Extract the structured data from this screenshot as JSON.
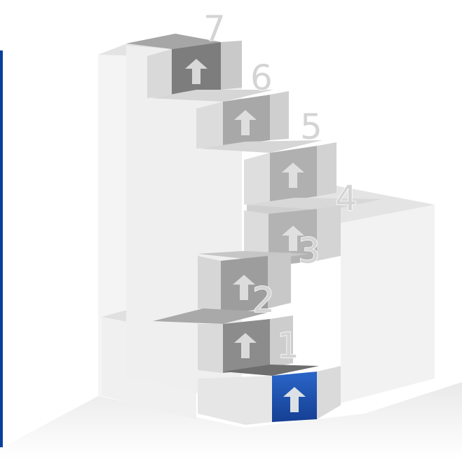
{
  "steps": [
    {
      "number": "1",
      "active": true
    },
    {
      "number": "2",
      "active": false
    },
    {
      "number": "3",
      "active": false
    },
    {
      "number": "4",
      "active": false
    },
    {
      "number": "5",
      "active": false
    },
    {
      "number": "6",
      "active": false
    },
    {
      "number": "7",
      "active": false
    }
  ],
  "colors": {
    "accent_blue": "#1f56b0",
    "side_bar": "#0a3f9c",
    "face_light": "#f1f1f1",
    "face_mid": "#c7c7c7",
    "face_dark": "#8d8d8d",
    "arrow_icon": "#e8e8e8"
  },
  "icons": {
    "step_marker": "up-arrow-icon"
  }
}
